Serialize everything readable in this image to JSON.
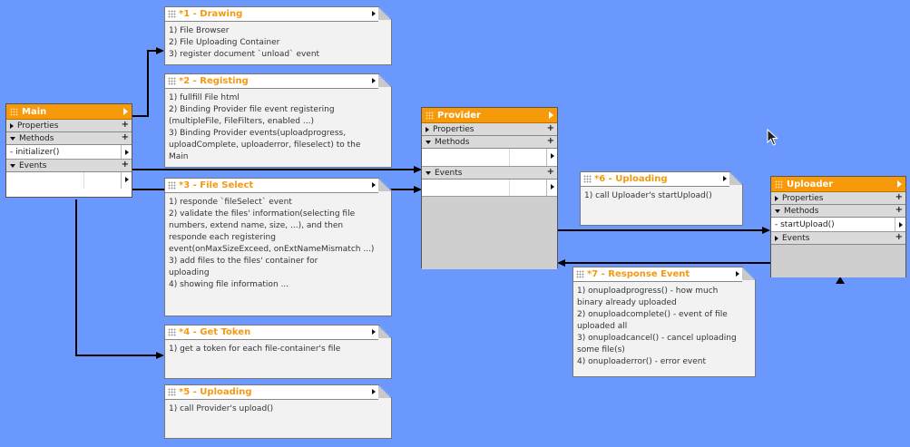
{
  "classes": {
    "main": {
      "title": "Main",
      "properties": "Properties",
      "methods": "Methods",
      "method1": "- initializer()",
      "events": "Events"
    },
    "provider": {
      "title": "Provider",
      "properties": "Properties",
      "methods": "Methods",
      "events": "Events"
    },
    "uploader": {
      "title": "Uploader",
      "properties": "Properties",
      "methods": "Methods",
      "method1": "- startUpload()",
      "events": "Events"
    }
  },
  "notes": [
    {
      "title": "*1 - Drawing",
      "body": "1) File Browser\n2) File Uploading Container\n3) register document `unload` event"
    },
    {
      "title": "*2 - Registing",
      "body": "1) fullfill File html\n2) Binding Provider file event registering\n(multipleFile, FileFilters, enabled ...)\n3) Binding Provider events(uploadprogress,\nuploadComplete, uploaderror, fileselect) to the\nMain"
    },
    {
      "title": "*3 - File Select",
      "body": "1) responde `fileSelect` event\n2) validate the files' information(selecting file\nnumbers, extend name, size, ...), and then\nresponde each registering\nevent(onMaxSizeExceed, onExtNameMismatch ...)\n3) add files to the files' container for\nuploading\n4) showing file information ..."
    },
    {
      "title": "*4 - Get Token",
      "body": "1) get a token for each file-container's file"
    },
    {
      "title": "*5 - Uploading",
      "body": "1) call Provider's upload()"
    },
    {
      "title": "*6 - Uploading",
      "body": "1) call Uploader's startUpload()"
    },
    {
      "title": "*7 - Response Event",
      "body": "1) onuploadprogress() - how much\nbinary already uploaded\n2) onuploadcomplete() - event of file\nuploaded all\n3) onuploadcancel() - cancel uploading\nsome file(s)\n4) onuploaderror() - error event"
    }
  ],
  "colors": {
    "background": "#6b98fc",
    "header": "#f79a0a",
    "note_title": "#f39a10"
  }
}
